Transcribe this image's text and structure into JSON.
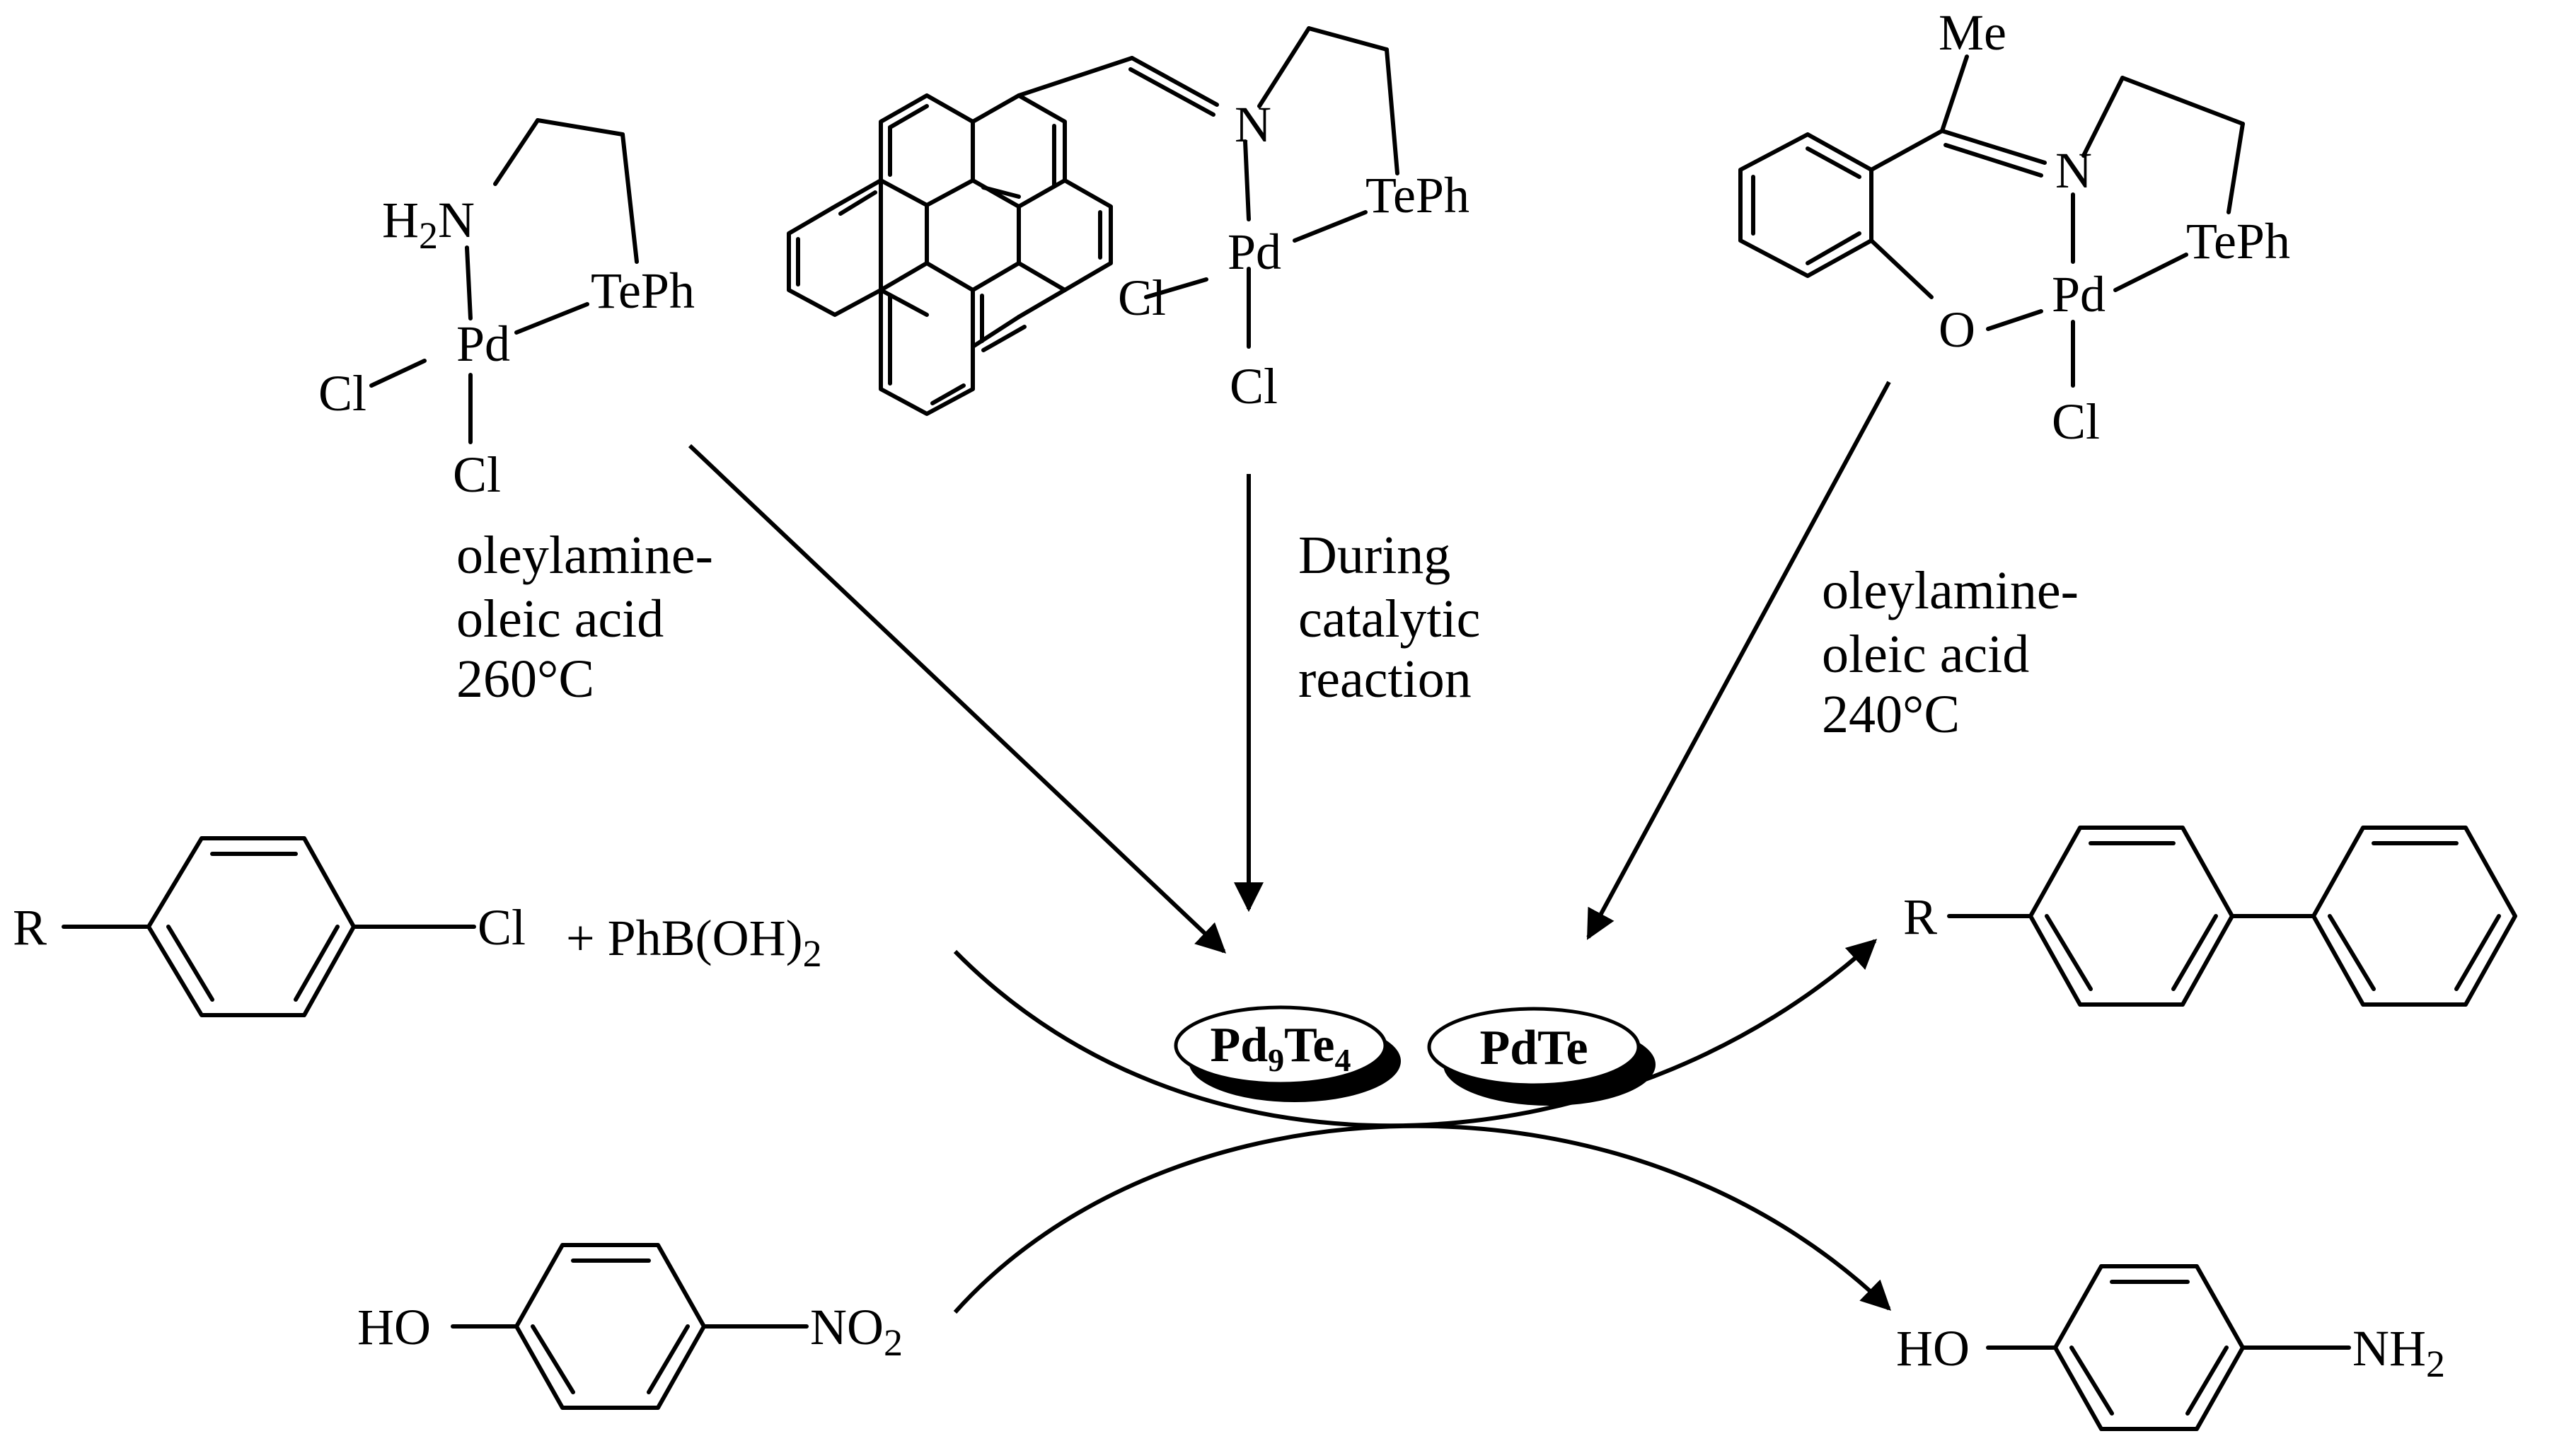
{
  "labels": {
    "c1_amine_H": "H",
    "c1_amine_sub": "2",
    "c1_amine_N": "N",
    "c1_tephe": "TePh",
    "c1_pd": "Pd",
    "c1_cl_left": "Cl",
    "c1_cl_bottom": "Cl",
    "c2_n": "N",
    "c2_tephe": "TePh",
    "c2_pd": "Pd",
    "c2_cl_left": "Cl",
    "c2_cl_bottom": "Cl",
    "c3_me": "Me",
    "c3_n": "N",
    "c3_tephe": "TePh",
    "c3_o": "O",
    "c3_pd": "Pd",
    "c3_cl": "Cl",
    "r_left": "R",
    "cl_left": "Cl",
    "plus_phb": "+ PhB(OH)",
    "phb_sub": "2",
    "r_right": "R",
    "ho_left": "HO",
    "no": "NO",
    "no_sub": "2",
    "ho_right": "HO",
    "nh": "NH",
    "nh_sub": "2"
  },
  "conditions": {
    "left": [
      "oleylamine-",
      "oleic acid",
      "260°C"
    ],
    "middle": [
      "During",
      "catalytic",
      "reaction"
    ],
    "right": [
      "oleylamine-",
      "oleic acid",
      "240°C"
    ]
  },
  "catalysts": {
    "pd9te4": {
      "pd": "Pd",
      "sub9": "9",
      "te": "Te",
      "sub4": "4"
    },
    "pdte": "PdTe"
  }
}
